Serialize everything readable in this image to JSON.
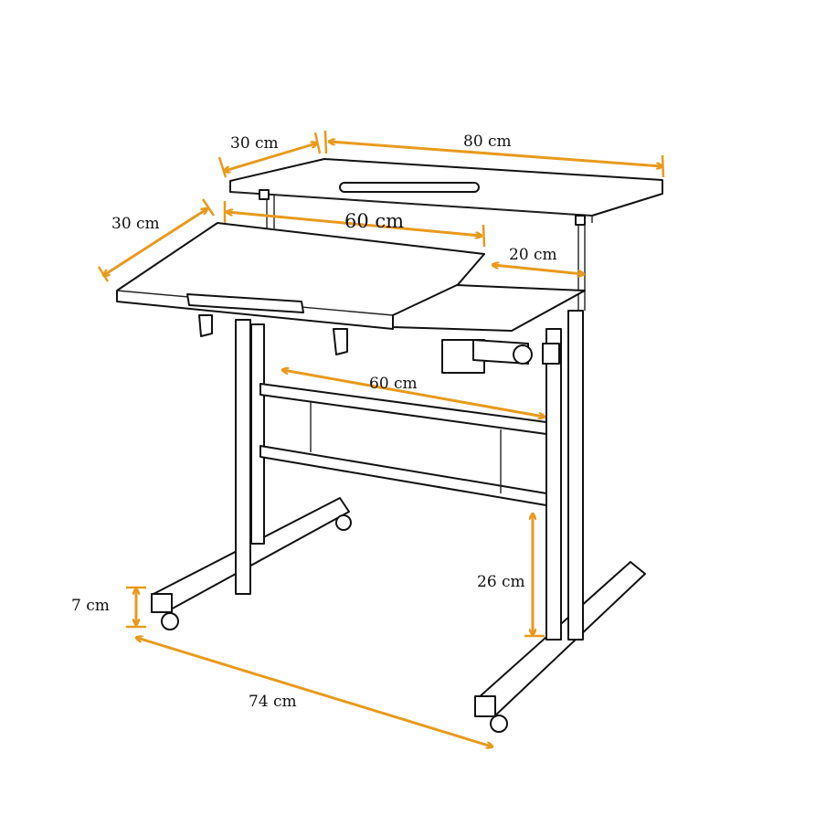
{
  "accent_color": "#e89a1c",
  "dimensions": {
    "top_shelf_depth": "30 cm",
    "top_shelf_width": "80 cm",
    "main_top_depth": "30 cm",
    "main_top_width": "60 cm",
    "side_tray_width": "20 cm",
    "crossbar_width": "60 cm",
    "crossbar_height": "26 cm",
    "caster_height": "7 cm",
    "base_length": "74 cm"
  }
}
